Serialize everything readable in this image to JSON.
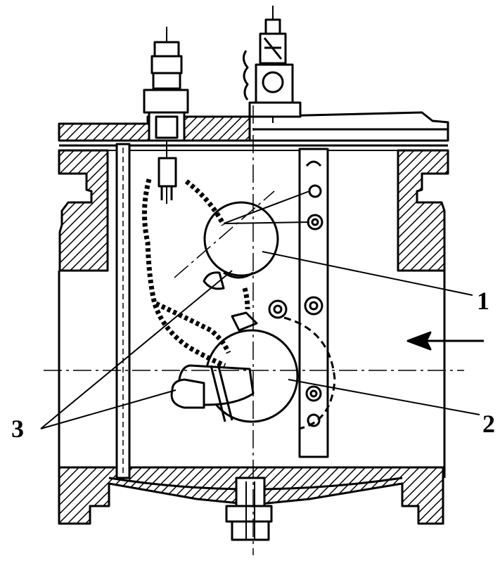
{
  "labels": {
    "l1": "1",
    "l2": "2",
    "l3": "3"
  },
  "colors": {
    "ink": "#000000",
    "paper": "#ffffff"
  }
}
